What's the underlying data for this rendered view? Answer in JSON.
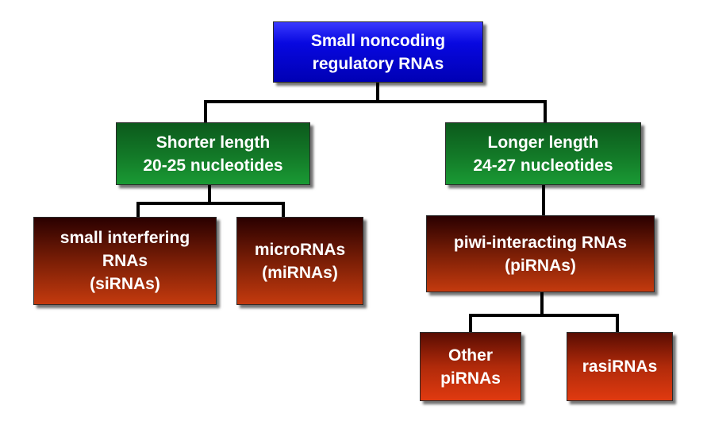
{
  "diagram": {
    "root": {
      "lines": [
        "Small noncoding",
        "regulatory RNAs"
      ]
    },
    "shorter": {
      "lines": [
        "Shorter length",
        "20-25 nucleotides"
      ]
    },
    "longer": {
      "lines": [
        "Longer length",
        "24-27 nucleotides"
      ]
    },
    "sirna": {
      "lines": [
        "small interfering",
        "RNAs",
        "(siRNAs)"
      ]
    },
    "mirna": {
      "lines": [
        "microRNAs",
        "(miRNAs)"
      ]
    },
    "pirna": {
      "lines": [
        "piwi-interacting RNAs",
        "(piRNAs)"
      ]
    },
    "other_pirna": {
      "lines": [
        "Other",
        "piRNAs"
      ]
    },
    "rasirna": {
      "lines": [
        "rasiRNAs"
      ]
    }
  },
  "colors": {
    "root": "#0000d8",
    "level2": "#148a2c",
    "level3": "#8a2a08",
    "connector": "#000000"
  }
}
